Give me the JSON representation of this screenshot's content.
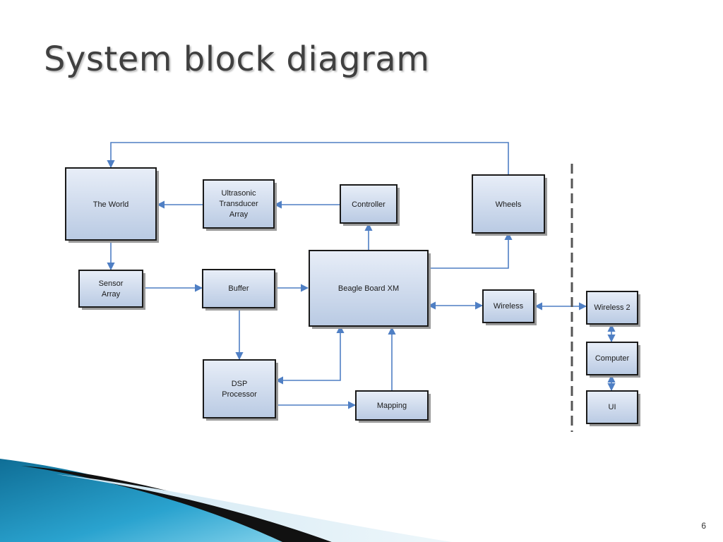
{
  "slide": {
    "title": "System block diagram",
    "page_number": "6"
  },
  "diagram": {
    "blocks": {
      "the_world": "The World",
      "ultrasonic": [
        "Ultrasonic",
        "Transducer",
        "Array"
      ],
      "controller": "Controller",
      "wheels": "Wheels",
      "sensor_array": [
        "Sensor",
        "Array"
      ],
      "buffer": "Buffer",
      "beagle_board": "Beagle Board XM",
      "wireless": "Wireless",
      "wireless2": "Wireless 2",
      "dsp": [
        "DSP",
        "Processor"
      ],
      "mapping": "Mapping",
      "computer": "Computer",
      "ui": "UI"
    }
  },
  "colors": {
    "connector": "#4f7fc4",
    "box_fill_top": "#e8eef8",
    "box_fill_bottom": "#b9cae3",
    "border": "#1a1a1a",
    "divider": "#555555"
  }
}
